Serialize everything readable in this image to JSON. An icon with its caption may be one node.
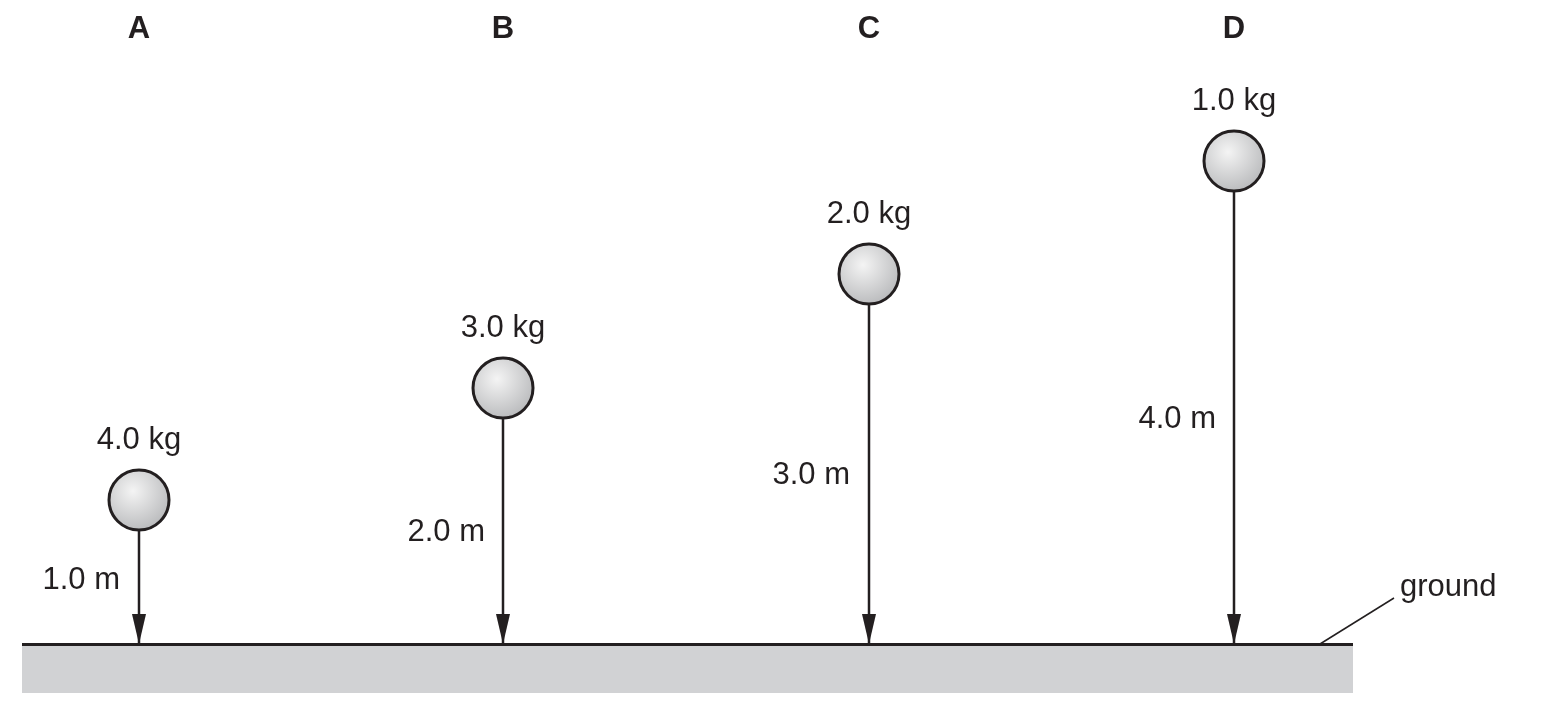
{
  "diagram": {
    "nodes": [
      {
        "text": [
          "4.0 kg"
        ]
      },
      {
        "text": [
          "3.0 kg"
        ]
      },
      {
        "text": [
          "2.0 kg"
        ]
      },
      {
        "text": [
          "1.0 kg"
        ]
      },
      {
        "text": [],
        "shape": "bar"
      },
      {
        "text": [
          "ground"
        ]
      }
    ],
    "edges": [
      {
        "from": 0,
        "to": 4,
        "arrow": "to",
        "label": "1.0 m"
      },
      {
        "from": 1,
        "to": 4,
        "arrow": "to",
        "label": "2.0 m"
      },
      {
        "from": 2,
        "to": 4,
        "arrow": "to",
        "label": "3.0 m"
      },
      {
        "from": 3,
        "to": 4,
        "arrow": "to",
        "label": "4.0 m"
      },
      {
        "from": 5,
        "to": 4,
        "arrow": "none"
      }
    ],
    "labels": [
      "A",
      "B",
      "C",
      "D"
    ]
  }
}
